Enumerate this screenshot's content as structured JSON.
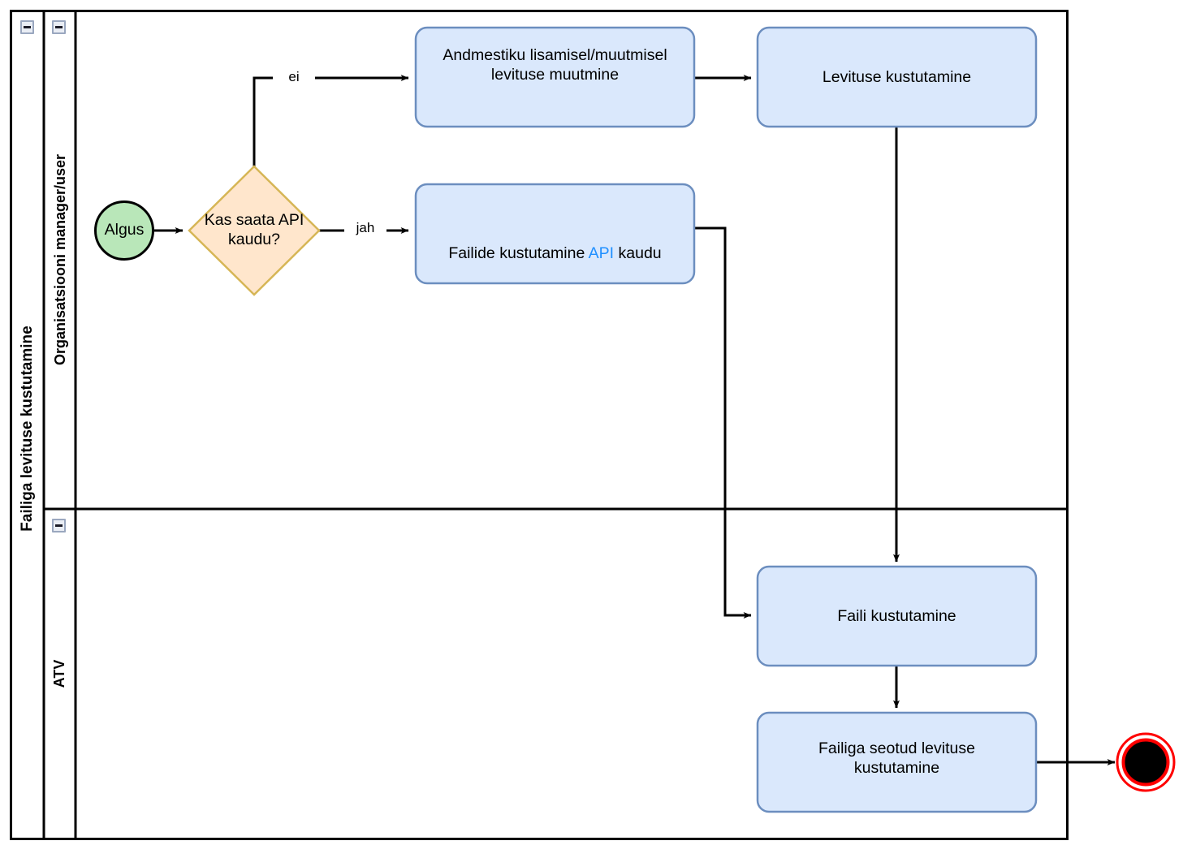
{
  "diagram": {
    "title": "Failiga levituse kustutamine",
    "type": "bpmn-swimlane-flowchart",
    "language": "et",
    "colors": {
      "task_fill": "#dae8fc",
      "task_stroke": "#6c8ebf",
      "gateway_fill": "#ffe6cc",
      "gateway_stroke": "#d6b656",
      "start_fill": "#b9e7b9",
      "start_stroke": "#000000",
      "end_fill": "#000000",
      "end_stroke": "#ff0000",
      "flow_stroke": "#000000",
      "lane_stroke": "#000000",
      "api_link": "#1f8fff",
      "collapse_border": "#9aa7bf",
      "collapse_fill": "#e9edf4"
    }
  },
  "pool": {
    "label": "Failiga levituse kustutamine",
    "collapse_icon": "minus-icon"
  },
  "lanes": [
    {
      "id": "lane-manager",
      "label": "Organisatsiooni manager/user",
      "collapse_icon": "minus-icon"
    },
    {
      "id": "lane-atv",
      "label": "ATV",
      "collapse_icon": "minus-icon"
    }
  ],
  "nodes": [
    {
      "id": "start",
      "lane": "lane-manager",
      "shape": "start-event",
      "label": "Algus"
    },
    {
      "id": "gateway-api",
      "lane": "lane-manager",
      "shape": "exclusive-gateway",
      "label": "Kas saata API kaudu?"
    },
    {
      "id": "task-andmestiku",
      "lane": "lane-manager",
      "shape": "task",
      "label": "Andmestiku lisamisel/muutmisel levituse muutmine"
    },
    {
      "id": "task-levituse-kustutamine",
      "lane": "lane-manager",
      "shape": "task",
      "label": "Levituse kustutamine"
    },
    {
      "id": "task-failide-api",
      "lane": "lane-manager",
      "shape": "task",
      "label_parts": [
        {
          "text": "Failide kustutamine ",
          "accent": false
        },
        {
          "text": "API",
          "accent": true
        },
        {
          "text": " kaudu",
          "accent": false
        }
      ],
      "label": "Failide kustutamine API kaudu"
    },
    {
      "id": "task-faili-kustutamine",
      "lane": "lane-atv",
      "shape": "task",
      "label": "Faili kustutamine"
    },
    {
      "id": "task-failiga-seotud",
      "lane": "lane-atv",
      "shape": "task",
      "label": "Failiga seotud levituse kustutamine"
    },
    {
      "id": "end",
      "lane": "lane-atv",
      "shape": "end-event",
      "label": ""
    }
  ],
  "flows": [
    {
      "id": "flow-start-gw",
      "from": "start",
      "to": "gateway-api",
      "label": ""
    },
    {
      "id": "flow-gw-ei",
      "from": "gateway-api",
      "to": "task-andmestiku",
      "label": "ei"
    },
    {
      "id": "flow-gw-jah",
      "from": "gateway-api",
      "to": "task-failide-api",
      "label": "jah"
    },
    {
      "id": "flow-andmestiku-levituse",
      "from": "task-andmestiku",
      "to": "task-levituse-kustutamine",
      "label": ""
    },
    {
      "id": "flow-levituse-faili",
      "from": "task-levituse-kustutamine",
      "to": "task-faili-kustutamine",
      "label": ""
    },
    {
      "id": "flow-api-faili",
      "from": "task-failide-api",
      "to": "task-faili-kustutamine",
      "label": ""
    },
    {
      "id": "flow-faili-failiga",
      "from": "task-faili-kustutamine",
      "to": "task-failiga-seotud",
      "label": ""
    },
    {
      "id": "flow-failiga-end",
      "from": "task-failiga-seotud",
      "to": "end",
      "label": ""
    }
  ]
}
